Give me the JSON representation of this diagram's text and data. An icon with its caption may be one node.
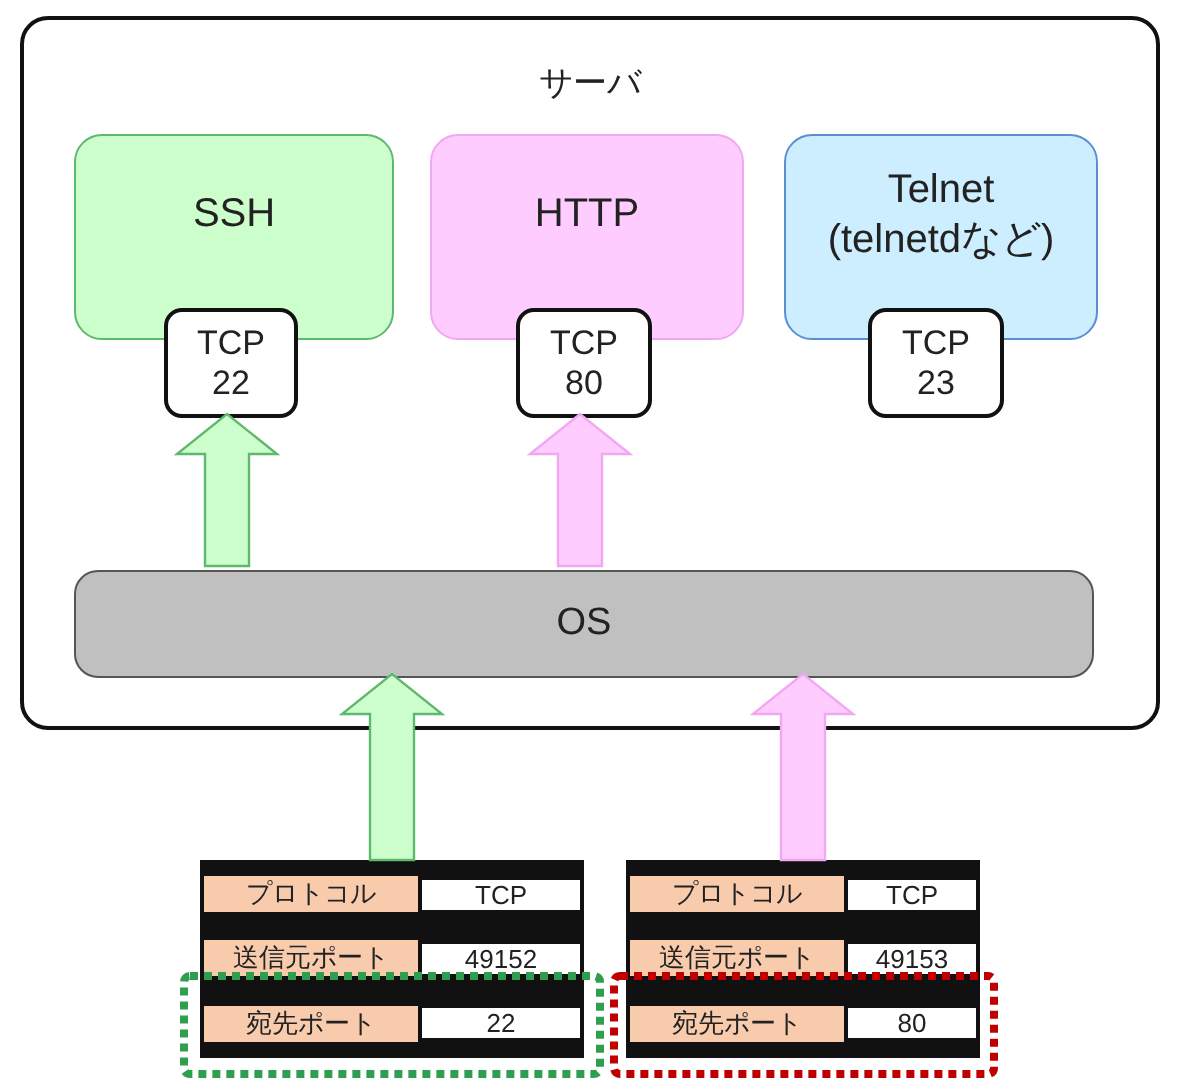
{
  "diagram": {
    "nodes": [
      {
        "text": [
          "サーバ"
        ]
      },
      {
        "text": [
          "SSH"
        ],
        "in": 0
      },
      {
        "text": [
          "TCP 22"
        ],
        "in": 0
      },
      {
        "text": [
          "HTTP"
        ],
        "in": 0
      },
      {
        "text": [
          "TCP 80"
        ],
        "in": 0
      },
      {
        "text": [
          "Telnet",
          "(telnetdなど)"
        ],
        "in": 0
      },
      {
        "text": [
          "TCP 23"
        ],
        "in": 0
      },
      {
        "text": [
          "OS"
        ],
        "in": 0
      },
      {
        "text": [
          "プロトコル",
          "TCP",
          "送信元ポート",
          "49152",
          "宛先ポート",
          "22"
        ]
      },
      {
        "text": [
          "プロトコル",
          "TCP",
          "送信元ポート",
          "49153",
          "宛先ポート",
          "80"
        ]
      }
    ],
    "edges": [
      {
        "from": 7,
        "to": 2,
        "arrow": "to",
        "color": "#ccffcc"
      },
      {
        "from": 7,
        "to": 4,
        "arrow": "to",
        "color": "#ffccff"
      },
      {
        "from": 8,
        "to": 7,
        "arrow": "to",
        "color": "#ccffcc"
      },
      {
        "from": 9,
        "to": 7,
        "arrow": "to",
        "color": "#ffccff"
      }
    ]
  }
}
